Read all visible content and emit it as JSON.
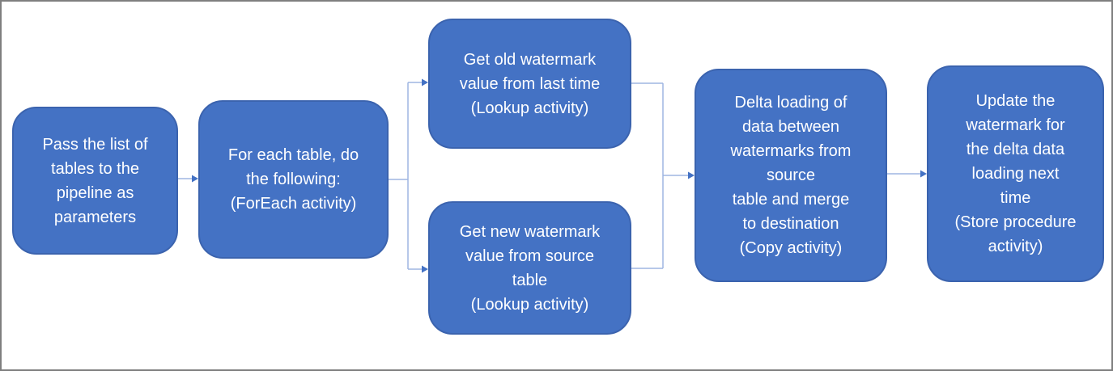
{
  "diagram": {
    "type": "flowchart",
    "nodes": [
      {
        "id": "pass-tables",
        "label": "Pass the list of\ntables to the\npipeline as\nparameters"
      },
      {
        "id": "foreach-table",
        "label": "For each table, do\nthe following:\n(ForEach activity)"
      },
      {
        "id": "get-old-watermark",
        "label": "Get old watermark\nvalue from last time\n(Lookup activity)"
      },
      {
        "id": "get-new-watermark",
        "label": "Get new watermark\nvalue from source\ntable\n(Lookup activity)"
      },
      {
        "id": "delta-loading",
        "label": "Delta loading of\ndata between\nwatermarks from\nsource\ntable and merge\nto destination\n(Copy activity)"
      },
      {
        "id": "update-watermark",
        "label": "Update the\nwatermark for\nthe delta data\nloading next\ntime\n(Store procedure\nactivity)"
      }
    ],
    "edges": [
      {
        "from": "pass-tables",
        "to": "foreach-table"
      },
      {
        "from": "foreach-table",
        "to": "get-old-watermark"
      },
      {
        "from": "foreach-table",
        "to": "get-new-watermark"
      },
      {
        "from": "get-old-watermark",
        "to": "delta-loading"
      },
      {
        "from": "get-new-watermark",
        "to": "delta-loading"
      },
      {
        "from": "delta-loading",
        "to": "update-watermark"
      }
    ],
    "colors": {
      "node_fill": "#4472c4",
      "node_border": "#3b63ae",
      "node_text": "#ffffff",
      "connector_line": "#9fb6e2",
      "arrowhead": "#4472c4",
      "frame_border": "#7f7f7f",
      "background": "#ffffff"
    }
  }
}
